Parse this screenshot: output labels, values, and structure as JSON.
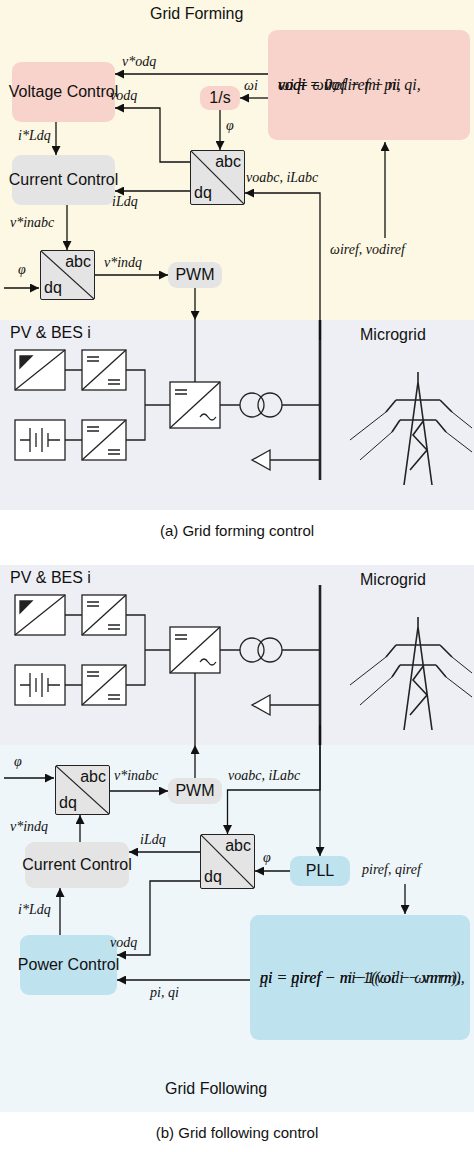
{
  "diagram": {
    "nodes": [
      {
        "text": [
          "Grid Forming"
        ]
      },
      {
        "text": [
          "ωi = ωiref − mi pi,",
          "vodi = vodiref − ni qi,",
          "voqi = 0,"
        ],
        "in": 0
      },
      {
        "text": [
          "Voltage Control"
        ],
        "in": 0
      },
      {
        "text": [
          "1/s"
        ],
        "in": 0
      },
      {
        "text": [
          "Current Control"
        ],
        "in": 0
      },
      {
        "text": [
          "abc",
          "dq"
        ],
        "in": 0
      },
      {
        "text": [
          "abc",
          "dq"
        ],
        "in": 0
      },
      {
        "text": [
          "PWM"
        ],
        "in": 0
      },
      {
        "text": [
          "PV & BES i",
          "Microgrid"
        ]
      },
      {
        "text": [
          "PV & BES i",
          "Microgrid"
        ]
      },
      {
        "text": [
          "Grid Following"
        ]
      },
      {
        "text": [
          "abc",
          "dq"
        ],
        "in": 10
      },
      {
        "text": [
          "PWM"
        ],
        "in": 10
      },
      {
        "text": [
          "abc",
          "dq"
        ],
        "in": 10
      },
      {
        "text": [
          "Current Control"
        ],
        "in": 10
      },
      {
        "text": [
          "PLL"
        ],
        "in": 10
      },
      {
        "text": [
          "Power Control"
        ],
        "in": 10
      },
      {
        "text": [
          "pi = piref − mi−1(ωi − ωnrm),",
          "qi = qiref − ni−1(vodi − vnrm),"
        ],
        "in": 10
      }
    ],
    "edges": [
      {
        "from": 1,
        "to": 2,
        "arrow": "to"
      },
      {
        "from": 1,
        "to": 3,
        "arrow": "to"
      },
      {
        "from": 3,
        "to": 5,
        "arrow": "to"
      },
      {
        "from": 5,
        "to": 2,
        "arrow": "to"
      },
      {
        "from": 5,
        "to": 4,
        "arrow": "to"
      },
      {
        "from": 2,
        "to": 4,
        "arrow": "to"
      },
      {
        "from": 4,
        "to": 6,
        "arrow": "to"
      },
      {
        "from": 6,
        "to": 7,
        "arrow": "to"
      },
      {
        "from": 7,
        "to": 8,
        "arrow": "to"
      },
      {
        "from": 8,
        "to": 5,
        "arrow": "to"
      },
      {
        "from": 9,
        "to": 15,
        "arrow": "to"
      },
      {
        "from": 9,
        "to": 13,
        "arrow": "to"
      },
      {
        "from": 15,
        "to": 13,
        "arrow": "to"
      },
      {
        "from": 13,
        "to": 14,
        "arrow": "to"
      },
      {
        "from": 13,
        "to": 16,
        "arrow": "to"
      },
      {
        "from": 16,
        "to": 14,
        "arrow": "to"
      },
      {
        "from": 14,
        "to": 11,
        "arrow": "to"
      },
      {
        "from": 11,
        "to": 12,
        "arrow": "to"
      },
      {
        "from": 12,
        "to": 9,
        "arrow": "to"
      },
      {
        "from": 17,
        "to": 16,
        "arrow": "to"
      }
    ],
    "labels": [
      "v*odq",
      "ωi",
      "φ",
      "vodq",
      "i*Ldq",
      "iLdq",
      "voabc, iLabc",
      "v*inabc",
      "φ",
      "v*indq",
      "ωiref, vodiref",
      "(a) Grid forming control",
      "v*inabc",
      "φ",
      "v*indq",
      "voabc, iLabc",
      "φ",
      "iLdq",
      "vodq",
      "i*Ldq",
      "piref, qiref",
      "pi, qi",
      "(b) Grid following control"
    ]
  }
}
